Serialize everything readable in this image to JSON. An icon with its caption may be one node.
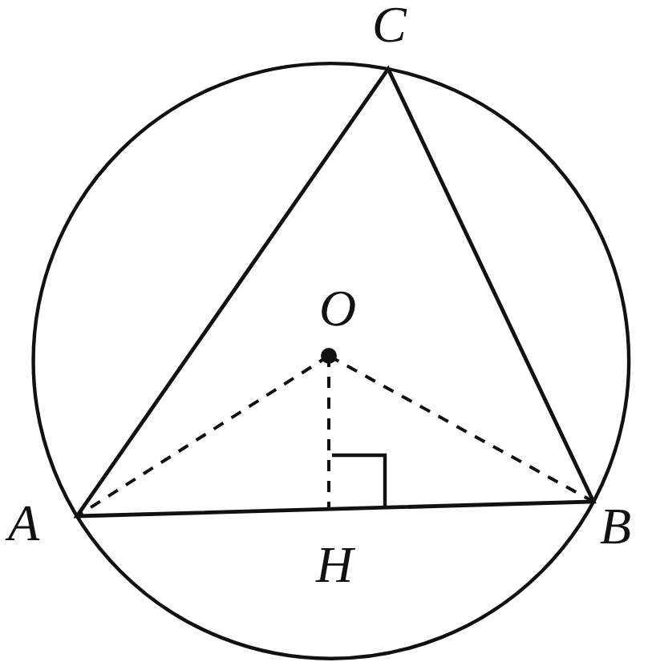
{
  "diagram": {
    "labels": [
      "C",
      "O",
      "A",
      "B",
      "H"
    ]
  }
}
